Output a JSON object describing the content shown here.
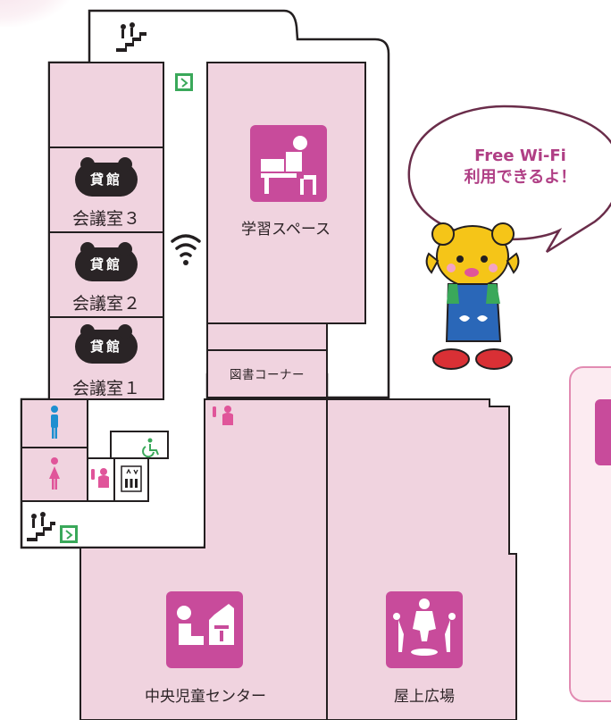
{
  "colors": {
    "room_fill": "#f0d3df",
    "wall": "#231f20",
    "accent_purple": "#c84b9b",
    "exit_green": "#3aa85a",
    "men_blue": "#1e8fd0",
    "women_pink": "#e0559a",
    "bubble_outline": "#6a2d4a",
    "bubble_text": "#b03f85"
  },
  "bubble": {
    "line1": "Free Wi-Fi",
    "line2": "利用できるよ！"
  },
  "rooms": {
    "study_space": "学習スペース",
    "library_corner": "図書コーナー",
    "conference_3": "会議室３",
    "conference_2": "会議室２",
    "conference_1": "会議室１",
    "children_center": "中央児童センター",
    "rooftop_plaza": "屋上広場"
  },
  "rental_badge": "貸館",
  "icons": [
    "stairs-icon",
    "emergency-exit-icon",
    "wifi-icon",
    "study-desk-icon",
    "rental-badge-icon",
    "mens-restroom-icon",
    "womens-restroom-icon",
    "accessible-restroom-icon",
    "nursing-room-icon",
    "elevator-icon",
    "children-center-icon",
    "rooftop-play-icon",
    "mascot-character",
    "info-icon"
  ]
}
